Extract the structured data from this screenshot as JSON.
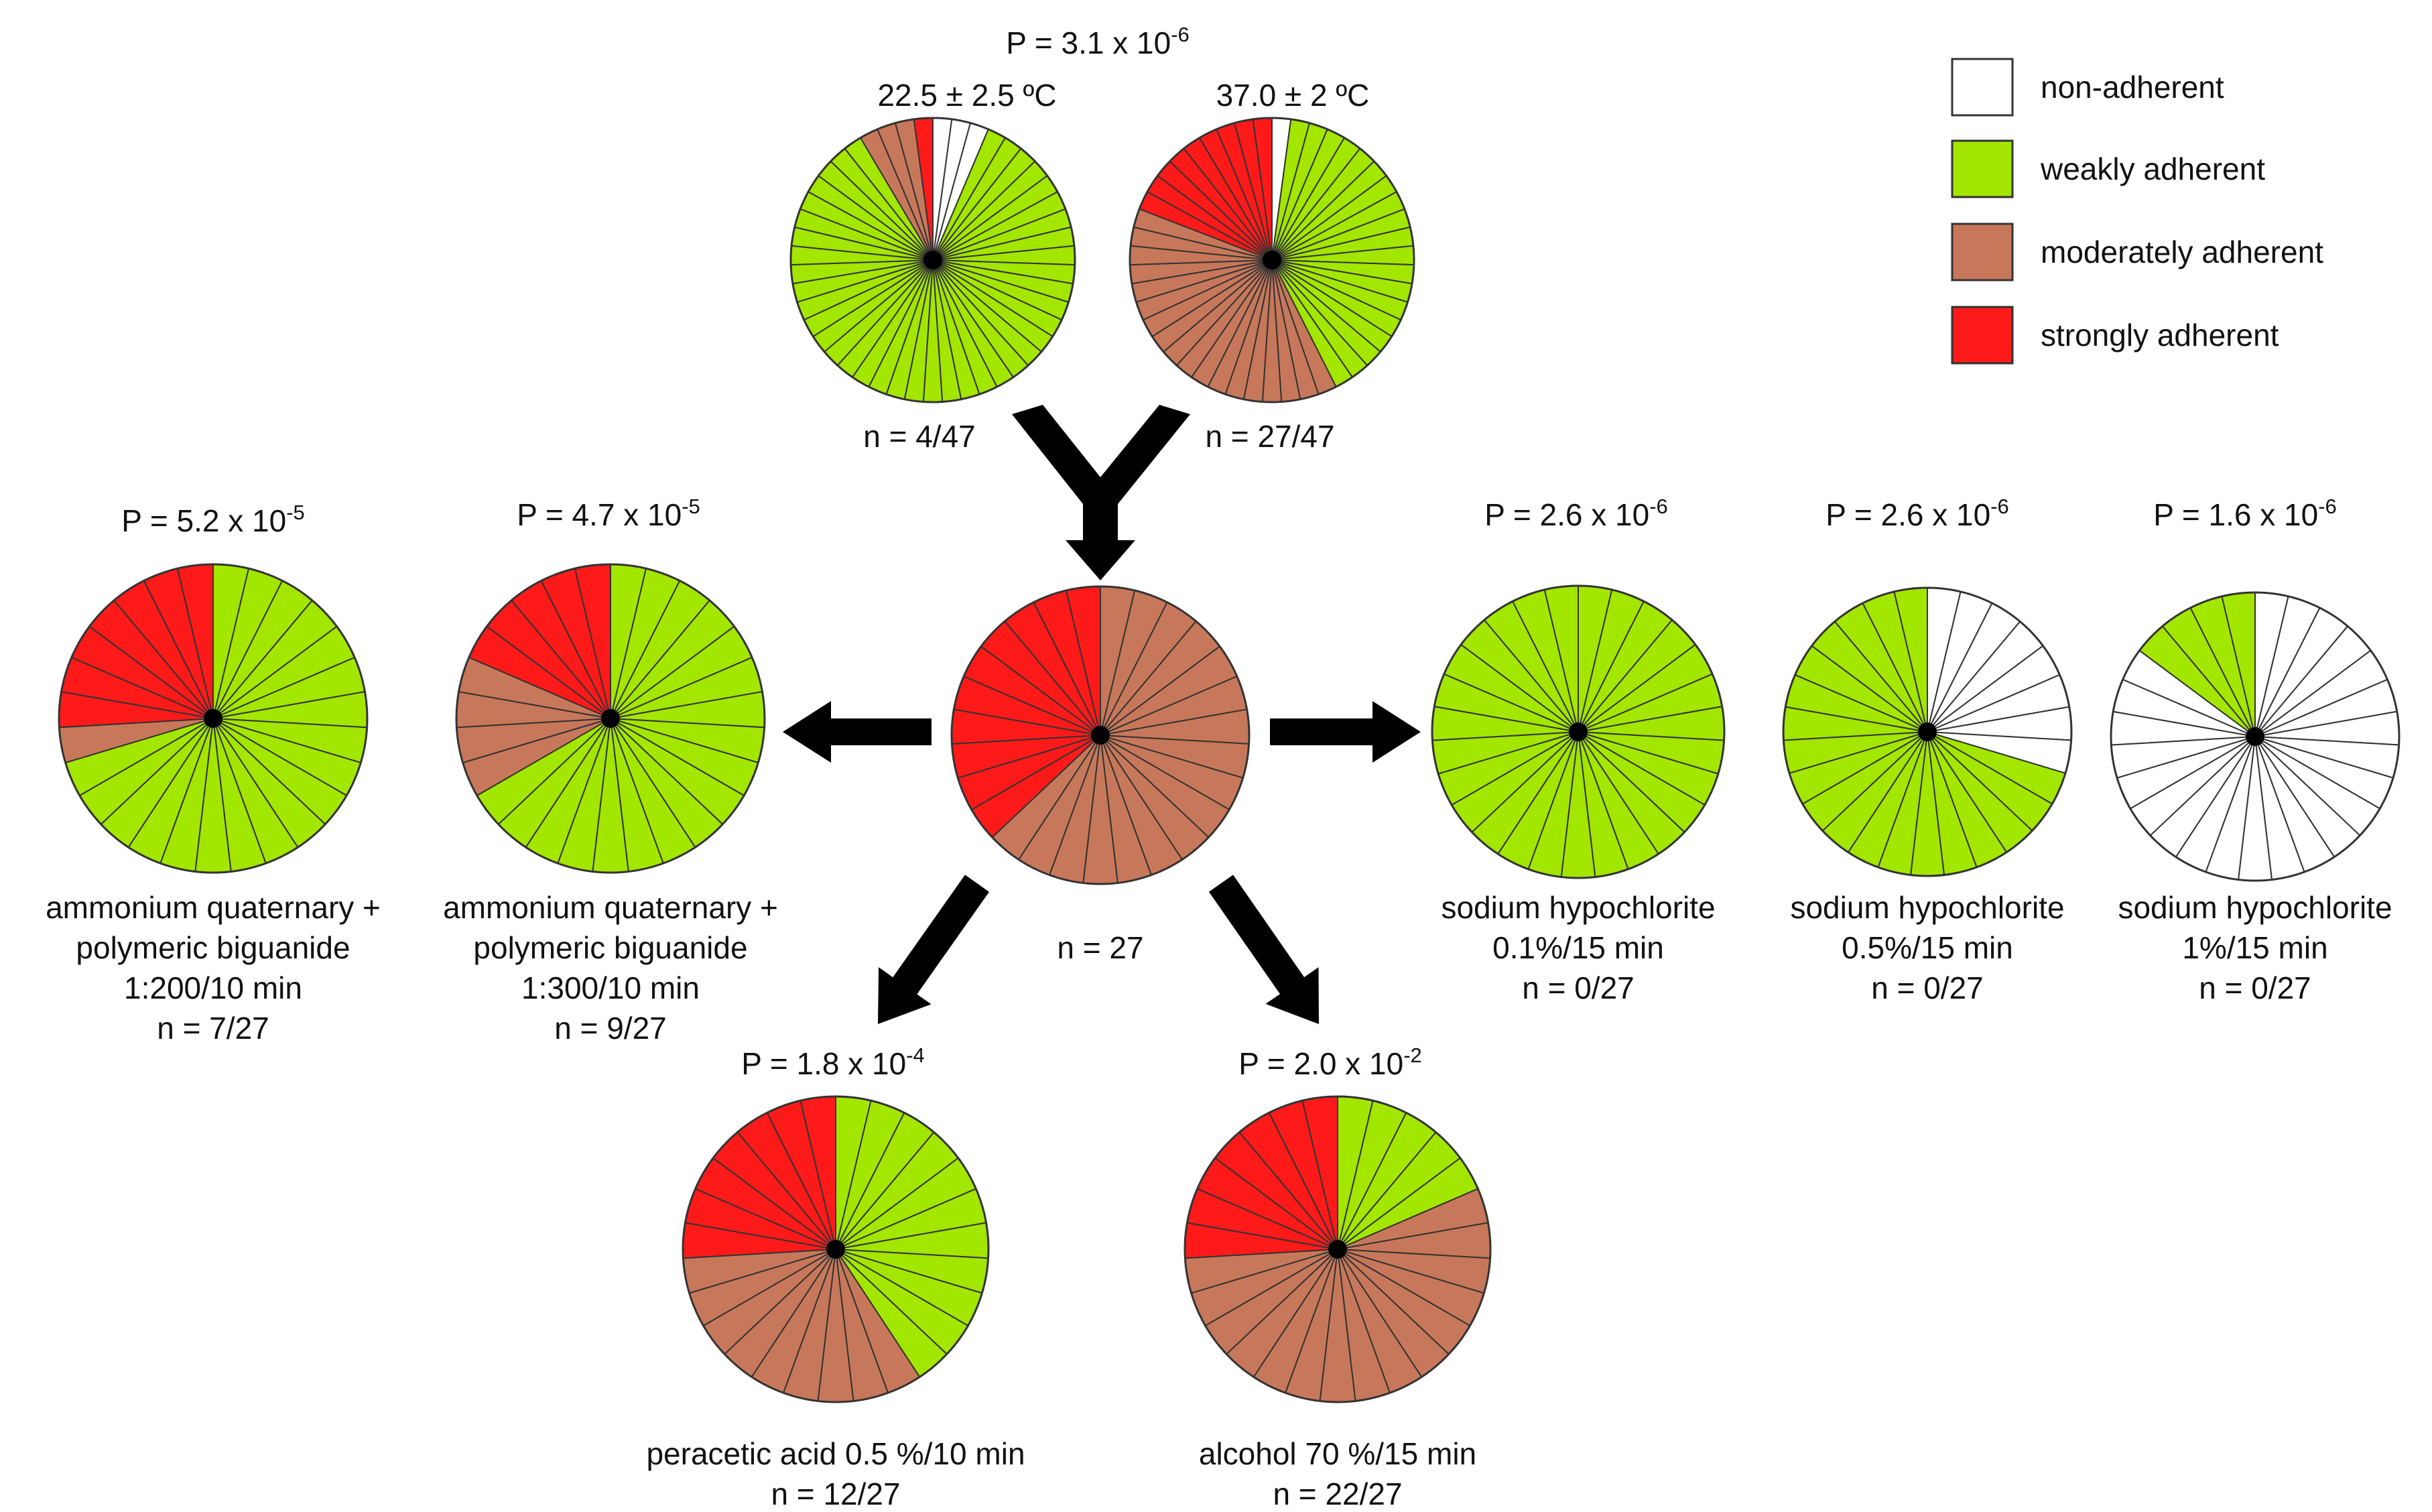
{
  "colors": {
    "non-adherent": "#ffffff",
    "weakly adherent": "#a3e600",
    "moderately adherent": "#c8785a",
    "strongly adherent": "#ff1a1a"
  },
  "legend": [
    "non-adherent",
    "weakly adherent",
    "moderately adherent",
    "strongly adherent"
  ],
  "chart_data": [
    {
      "type": "pie",
      "id": "temp-22",
      "title": "22.5 ± 2.5 ºC",
      "n": "n = 4/47",
      "total": 47,
      "slices": [
        {
          "category": "non-adherent",
          "count": 3
        },
        {
          "category": "weakly adherent",
          "count": 40
        },
        {
          "category": "moderately adherent",
          "count": 3
        },
        {
          "category": "strongly adherent",
          "count": 1
        }
      ]
    },
    {
      "type": "pie",
      "id": "temp-37",
      "title": "37.0 ± 2 ºC",
      "n": "n = 27/47",
      "total": 47,
      "slices": [
        {
          "category": "non-adherent",
          "count": 1
        },
        {
          "category": "weakly adherent",
          "count": 19
        },
        {
          "category": "moderately adherent",
          "count": 18
        },
        {
          "category": "strongly adherent",
          "count": 9
        }
      ]
    },
    {
      "type": "pie",
      "id": "center",
      "n": "n = 27",
      "total": 27,
      "slices": [
        {
          "category": "moderately adherent",
          "count": 17
        },
        {
          "category": "strongly adherent",
          "count": 10
        }
      ]
    },
    {
      "type": "pie",
      "id": "aq-200",
      "p_value": {
        "base": "P = 5.2 x 10",
        "exp": "-5"
      },
      "label_lines": [
        "ammonium quaternary +",
        "polymeric biguanide",
        "1:200/10 min"
      ],
      "n": "n = 7/27",
      "total": 27,
      "slices": [
        {
          "category": "weakly adherent",
          "count": 19
        },
        {
          "category": "moderately adherent",
          "count": 1
        },
        {
          "category": "strongly adherent",
          "count": 7
        }
      ]
    },
    {
      "type": "pie",
      "id": "aq-300",
      "p_value": {
        "base": "P = 4.7 x 10",
        "exp": "-5"
      },
      "label_lines": [
        "ammonium quaternary +",
        "polymeric biguanide",
        "1:300/10 min"
      ],
      "n": "n = 9/27",
      "total": 27,
      "slices": [
        {
          "category": "weakly adherent",
          "count": 18
        },
        {
          "category": "moderately adherent",
          "count": 4
        },
        {
          "category": "strongly adherent",
          "count": 5
        }
      ]
    },
    {
      "type": "pie",
      "id": "naocl-01",
      "p_value": {
        "base": "P = 2.6 x 10",
        "exp": "-6"
      },
      "label_lines": [
        "sodium hypochlorite",
        "0.1%/15 min"
      ],
      "n": "n = 0/27",
      "total": 27,
      "slices": [
        {
          "category": "weakly adherent",
          "count": 27
        }
      ]
    },
    {
      "type": "pie",
      "id": "naocl-05",
      "p_value": {
        "base": "P = 2.6 x 10",
        "exp": "-6"
      },
      "label_lines": [
        "sodium hypochlorite",
        "0.5%/15 min"
      ],
      "n": "n = 0/27",
      "total": 27,
      "slices": [
        {
          "category": "non-adherent",
          "count": 8
        },
        {
          "category": "weakly adherent",
          "count": 19
        }
      ]
    },
    {
      "type": "pie",
      "id": "naocl-1",
      "p_value": {
        "base": "P = 1.6 x 10",
        "exp": "-6"
      },
      "label_lines": [
        "sodium hypochlorite",
        "1%/15 min"
      ],
      "n": "n = 0/27",
      "total": 27,
      "slices": [
        {
          "category": "non-adherent",
          "count": 23
        },
        {
          "category": "weakly adherent",
          "count": 4
        }
      ]
    },
    {
      "type": "pie",
      "id": "peracetic",
      "p_value": {
        "base": "P = 1.8 x 10",
        "exp": "-4"
      },
      "label_lines": [
        "peracetic acid 0.5 %/10 min"
      ],
      "n": "n = 12/27",
      "total": 27,
      "slices": [
        {
          "category": "weakly adherent",
          "count": 11
        },
        {
          "category": "moderately adherent",
          "count": 9
        },
        {
          "category": "strongly adherent",
          "count": 7
        }
      ]
    },
    {
      "type": "pie",
      "id": "alcohol",
      "p_value": {
        "base": "P = 2.0 x 10",
        "exp": "-2"
      },
      "label_lines": [
        "alcohol 70 %/15 min"
      ],
      "n": "n = 22/27",
      "total": 27,
      "slices": [
        {
          "category": "weakly adherent",
          "count": 5
        },
        {
          "category": "moderately adherent",
          "count": 15
        },
        {
          "category": "strongly adherent",
          "count": 7
        }
      ]
    }
  ],
  "top_p_value": {
    "base": "P = 3.1 x 10",
    "exp": "-6"
  }
}
